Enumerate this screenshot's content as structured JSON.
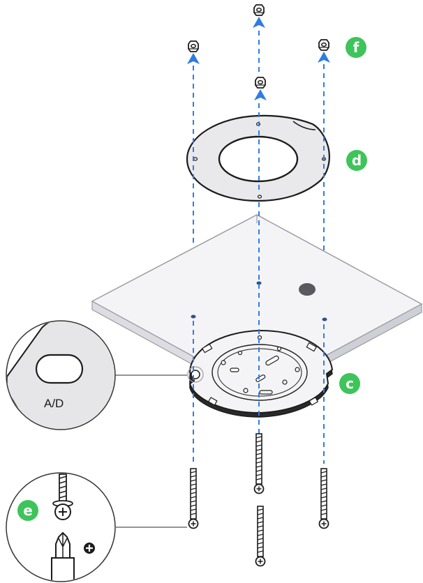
{
  "diagram": {
    "step_labels": {
      "f": "f",
      "d": "d",
      "c": "c",
      "e": "e"
    },
    "detail_callout_text": "A/D",
    "colors": {
      "step_badge": "#3ec45a",
      "guide_line": "#2f7de0",
      "outline": "#1c1c1c",
      "ring_fill": "#e9e9ec",
      "tile_fill": "#f1f1f4",
      "tile_edge": "#c9c9cf",
      "bracket_fill": "#f4f4f6"
    },
    "icons": [
      "phillips-screwdriver-icon",
      "phillips-head-icon",
      "screw-icon",
      "nut-icon"
    ]
  }
}
